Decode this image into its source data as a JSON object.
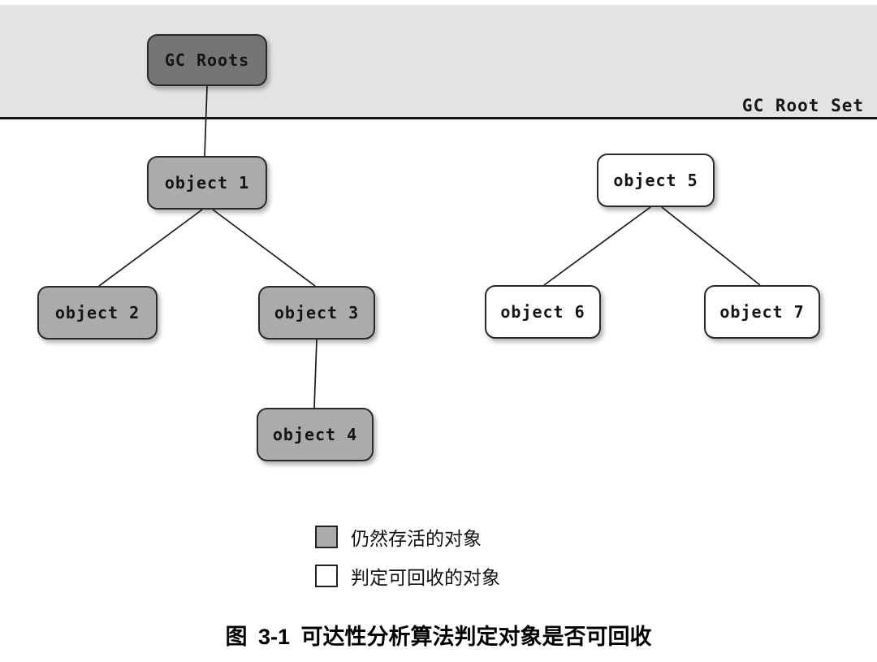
{
  "band": {
    "label": "GC Root Set"
  },
  "nodes": {
    "gc_roots": {
      "label": "GC Roots",
      "type": "root"
    },
    "object1": {
      "label": "object 1",
      "type": "alive"
    },
    "object2": {
      "label": "object 2",
      "type": "alive"
    },
    "object3": {
      "label": "object 3",
      "type": "alive"
    },
    "object4": {
      "label": "object 4",
      "type": "alive"
    },
    "object5": {
      "label": "object 5",
      "type": "reclaimable"
    },
    "object6": {
      "label": "object 6",
      "type": "reclaimable"
    },
    "object7": {
      "label": "object 7",
      "type": "reclaimable"
    }
  },
  "edges": [
    {
      "from": "GC Roots",
      "to": "object 1"
    },
    {
      "from": "object 1",
      "to": "object 2"
    },
    {
      "from": "object 1",
      "to": "object 3"
    },
    {
      "from": "object 3",
      "to": "object 4"
    },
    {
      "from": "object 5",
      "to": "object 6"
    },
    {
      "from": "object 5",
      "to": "object 7"
    }
  ],
  "legend": {
    "alive": {
      "label": "仍然存活的对象"
    },
    "reclaimable": {
      "label": "判定可回收的对象"
    }
  },
  "caption": "图 3-1 可达性分析算法判定对象是否可回收",
  "colors": {
    "root_fill": "#757575",
    "alive_fill": "#ababab",
    "reclaimable_fill": "#ffffff",
    "band_fill": "#e3e3e3",
    "line": "#1a1a1a"
  }
}
